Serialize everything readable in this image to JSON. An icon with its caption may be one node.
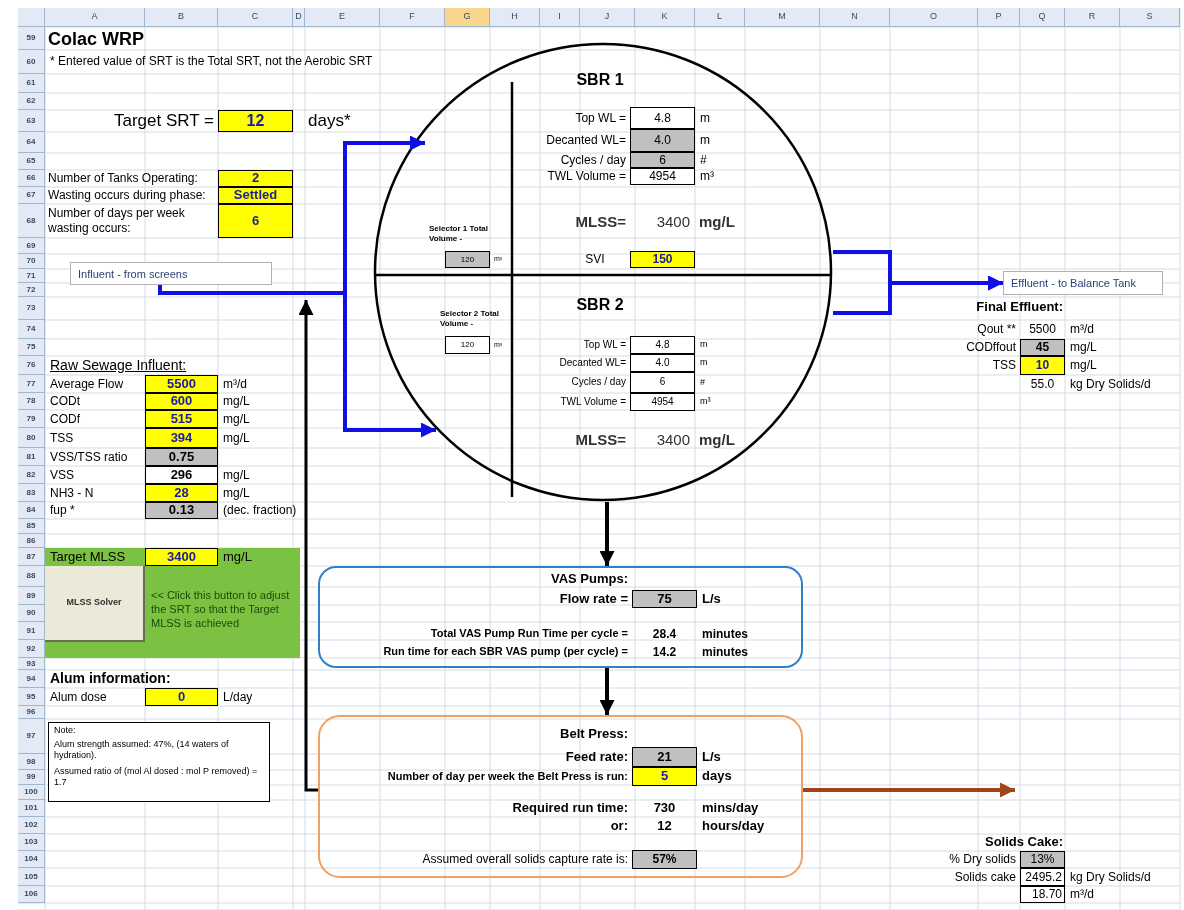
{
  "diagram": {
    "title": "Colac WRP",
    "nodes": [
      {
        "text": [],
        "shape": "circle"
      },
      {
        "text": [
          "Selector 1 Total Volume -",
          "120",
          "m³"
        ],
        "in": 0
      },
      {
        "text": [
          "SBR 1",
          "Top WL =",
          "4.8",
          "m",
          "Decanted WL=",
          "4.0",
          "m",
          "Cycles / day",
          "6",
          "#",
          "TWL Volume =",
          "4954",
          "m³",
          "MLSS=",
          "3400",
          "mg/L",
          "SVI",
          "150"
        ],
        "in": 0
      },
      {
        "text": [
          "Selector 2 Total Volume -",
          "120",
          "m³"
        ],
        "in": 0
      },
      {
        "text": [
          "SBR 2",
          "Top WL =",
          "4.8",
          "m",
          "Decanted WL=",
          "4.0",
          "m",
          "Cycles / day",
          "6",
          "#",
          "TWL Volume =",
          "4954",
          "m³",
          "MLSS=",
          "3400",
          "mg/L"
        ],
        "in": 0
      },
      {
        "text": [
          "Influent - from screens"
        ]
      },
      {
        "text": [
          "Effluent - to Balance Tank"
        ]
      },
      {
        "text": [
          "Target MLSS",
          "3400",
          "mg/L",
          "<< Click this button to adjust the SRT so that the Target MLSS is achieved"
        ]
      },
      {
        "text": [
          "MLSS Solver"
        ],
        "in": 7
      },
      {
        "text": [
          "VAS Pumps:",
          "Flow rate =",
          "75",
          "L/s",
          "Total VAS Pump Run Time per cycle =",
          "28.4",
          "minutes",
          "Run time for each SBR VAS pump (per cycle) =",
          "14.2",
          "minutes"
        ]
      },
      {
        "text": [
          "Note:",
          "Alum strength assumed: 47%, (14 waters of hydration).",
          "Assumed ratio of (mol Al dosed : mol P removed) = 1.7"
        ]
      },
      {
        "text": [
          "Belt Press:",
          "Feed rate:",
          "21",
          "L/s",
          "Number of day per week the Belt Press is run:",
          "5",
          "days",
          "Required run time:",
          "730",
          "mins/day",
          "or:",
          "12",
          "hours/day",
          "Assumed overall solids capture rate is:",
          "57%"
        ]
      }
    ],
    "edges": [
      {
        "from": 5,
        "to": 1,
        "arrow": "to"
      },
      {
        "from": 5,
        "to": 3,
        "arrow": "to"
      },
      {
        "from": 0,
        "to": 6,
        "arrow": "to"
      },
      {
        "from": 0,
        "to": 6,
        "arrow": "to"
      },
      {
        "from": 0,
        "to": 9,
        "arrow": "to",
        "color": "#000000"
      },
      {
        "from": 9,
        "to": 11,
        "arrow": "to",
        "color": "#000000"
      },
      {
        "from": 11,
        "to": null,
        "arrow": "to",
        "color": "#000000"
      },
      {
        "from": 11,
        "to": null,
        "arrow": "to",
        "color": "#a0441a"
      }
    ],
    "labels": [
      "A",
      "B",
      "C",
      "D",
      "E",
      "F",
      "G",
      "H",
      "I",
      "J",
      "K",
      "L",
      "M",
      "N",
      "O",
      "P",
      "Q",
      "R",
      "S",
      "59",
      "60",
      "61",
      "62",
      "63",
      "64",
      "65",
      "66",
      "67",
      "68",
      "69",
      "70",
      "71",
      "72",
      "73",
      "74",
      "75",
      "76",
      "77",
      "78",
      "79",
      "80",
      "81",
      "82",
      "83",
      "84",
      "85",
      "86",
      "87",
      "88",
      "89",
      "90",
      "91",
      "92",
      "93",
      "94",
      "95",
      "96",
      "97",
      "98",
      "99",
      "100",
      "101",
      "102",
      "103",
      "104",
      "105",
      "106",
      "* Entered value of SRT is the Total SRT, not the Aerobic SRT",
      "Target SRT =",
      "12",
      "days*",
      "Number of Tanks Operating:",
      "2",
      "Wasting occurs during phase:",
      "Settled",
      "Number of days per week wasting occurs:",
      "6",
      "Raw Sewage Influent:",
      "Average Flow",
      "5500",
      "m³/d",
      "CODt",
      "600",
      "mg/L",
      "CODf",
      "515",
      "mg/L",
      "TSS",
      "394",
      "mg/L",
      "VSS/TSS ratio",
      "0.75",
      "VSS",
      "296",
      "mg/L",
      "NH3 - N",
      "28",
      "mg/L",
      "fup *",
      "0.13",
      "(dec. fraction)",
      "Alum information:",
      "Alum dose",
      "0",
      "L/day",
      "Final Effluent:",
      "Qout **",
      "5500",
      "m³/d",
      "CODffout",
      "45",
      "mg/L",
      "TSS",
      "10",
      "mg/L",
      "55.0",
      "kg Dry Solids/d",
      "Solids Cake:",
      "% Dry solids",
      "13%",
      "Solids cake",
      "2495.2",
      "kg Dry Solids/d",
      "18.70",
      "m³/d"
    ]
  }
}
